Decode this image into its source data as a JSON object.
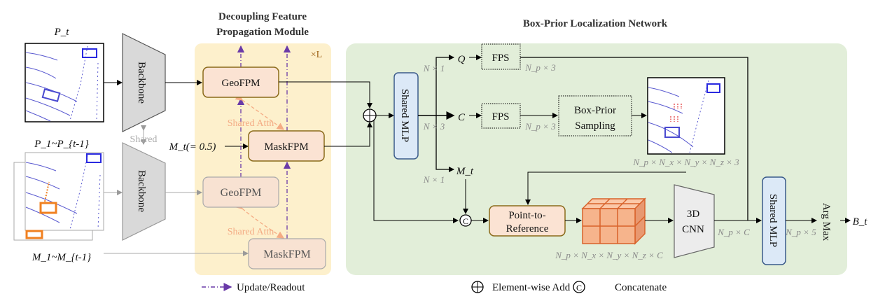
{
  "left": {
    "current_frame_label": "P_t",
    "past_frames_label": "P_1~P_{t-1}",
    "past_masks_label": "M_1~M_{t-1}",
    "backbone_label": "Backbone",
    "shared_label": "Shared"
  },
  "dfpm": {
    "title_line1": "Decoupling Feature",
    "title_line2": "Propagation Module",
    "repeat_label": "×L",
    "geofpm_label": "GeoFPM",
    "maskfpm_label": "MaskFPM",
    "shared_attn_label": "Shared Attn",
    "mask_init_label": "M_t(= 0.5)",
    "legend_update": "Update/Readout"
  },
  "bpln": {
    "title": "Box-Prior Localization Network",
    "shared_mlp_label": "Shared MLP",
    "q_label": "Q",
    "c_label": "C",
    "mt_label": "M_t",
    "n1_label": "N × 1",
    "n3_label": "N × 3",
    "fps_label": "FPS",
    "np3_label": "N_p × 3",
    "box_prior_line1": "Box-Prior",
    "box_prior_line2": "Sampling",
    "sample_dim_label": "N_p × N_x × N_y × N_z × 3",
    "p2r_line1": "Point-to-",
    "p2r_line2": "Reference",
    "grid_dim_label": "N_p × N_x × N_y × N_z × C",
    "cnn_line1": "3D",
    "cnn_line2": "CNN",
    "npc_label": "N_p × C",
    "np5_label": "N_p × 5",
    "argmax_label": "Arg Max",
    "output_label": "B_t"
  },
  "legend": {
    "add_label": "Element-wise Add",
    "concat_label": "Concatenate",
    "concat_symbol": "C"
  },
  "colors": {
    "dfpm_bg": "#fdf0cc",
    "bpln_bg": "#e2eed9",
    "fpm_fill": "#fbe3d3",
    "fpm_border": "#8a6a1a",
    "mlp_fill": "#dce9f7",
    "update_arrow": "#6a3aa8",
    "shared_attn": "#f4ab84",
    "cube": "#f6b48c"
  }
}
